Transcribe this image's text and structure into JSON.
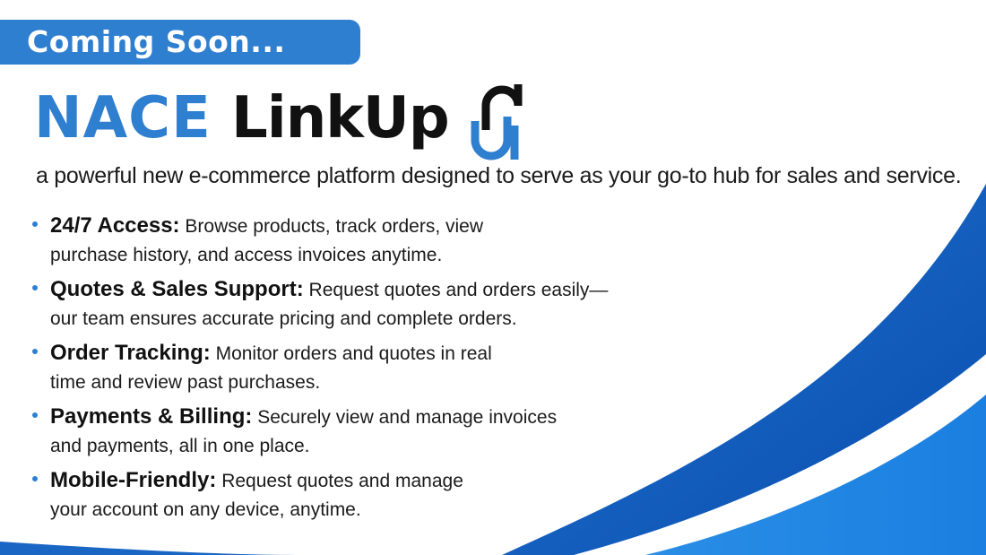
{
  "banner": {
    "text": "Coming Soon..."
  },
  "logo": {
    "part1": "NACE",
    "part2": "LinkUp"
  },
  "tagline": "a powerful new e-commerce platform designed to serve as your go-to hub for sales and service.",
  "features": [
    {
      "title": "24/7 Access:",
      "line1": "Browse products, track orders, view",
      "line2": "purchase history, and access invoices anytime."
    },
    {
      "title": "Quotes & Sales Support:",
      "line1": "Request quotes and orders easily—",
      "line2": "our team ensures accurate pricing and complete orders."
    },
    {
      "title": "Order Tracking:",
      "line1": "Monitor orders and quotes in real",
      "line2": "time and review past purchases."
    },
    {
      "title": "Payments & Billing:",
      "line1": "Securely view and manage invoices",
      "line2": "and payments, all in one place."
    },
    {
      "title": "Mobile-Friendly:",
      "line1": "Request quotes and manage",
      "line2": "your account on any device, anytime."
    }
  ],
  "colors": {
    "brand_blue": "#2f7fd1",
    "dark_text": "#111111",
    "wave_light": "#1e90e8",
    "wave_dark": "#0a57b8"
  },
  "icons": {
    "logo_mark": "linked-chain-icon",
    "bullet": "dot-bullet-icon"
  }
}
